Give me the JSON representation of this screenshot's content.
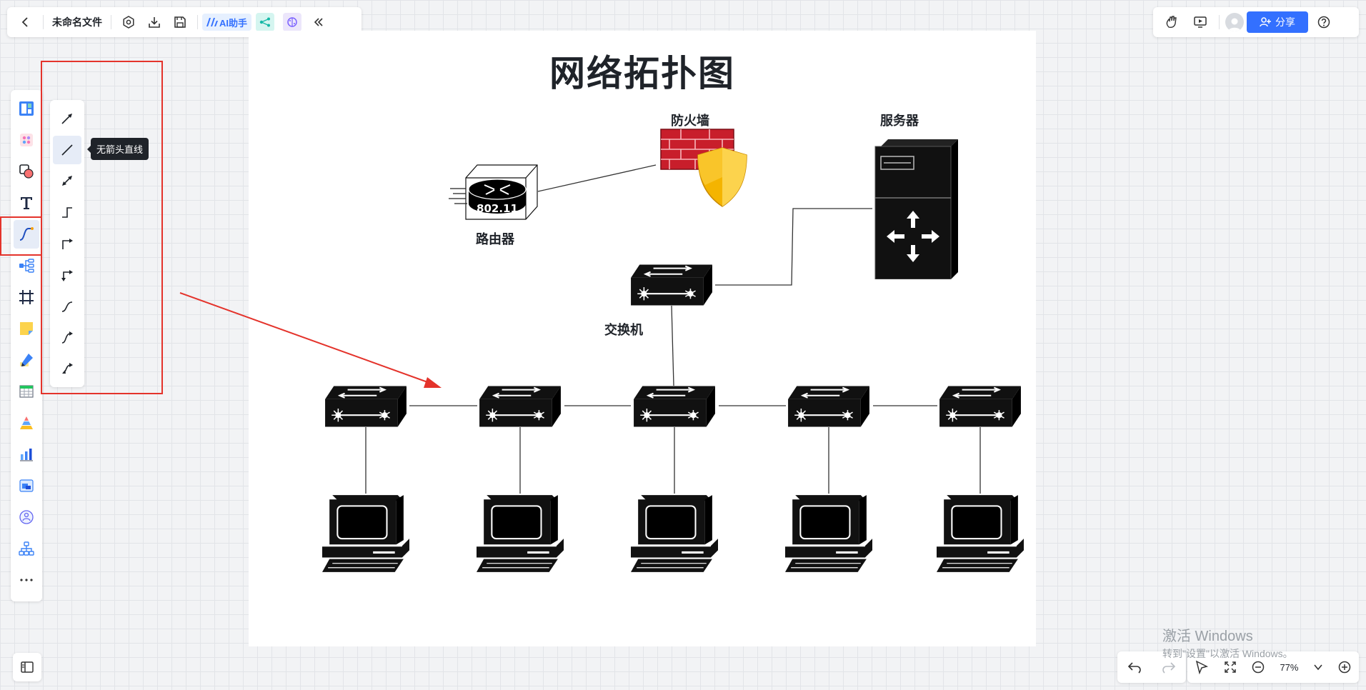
{
  "topbar": {
    "file_name": "未命名文件",
    "ai_label": "AI助手"
  },
  "topright": {
    "share_label": "分享"
  },
  "line_menu": {
    "tooltip": "无箭头直线"
  },
  "diagram": {
    "title": "网络拓扑图",
    "labels": {
      "router": "路由器",
      "firewall": "防火墙",
      "server": "服务器",
      "switch": "交换机"
    },
    "router_badge": "802.11"
  },
  "zoom": {
    "value": "77%"
  },
  "watermark": {
    "title": "激活 Windows",
    "subtitle": "转到\"设置\"以激活 Windows。"
  },
  "colors": {
    "accent": "#3370ff",
    "annotation": "#e4332b",
    "firewall": "#d0202e"
  }
}
